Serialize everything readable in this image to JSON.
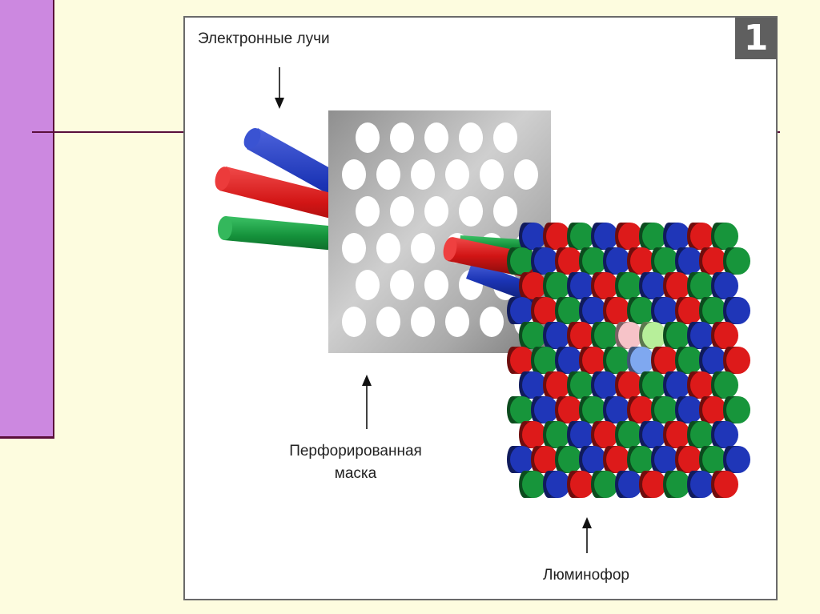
{
  "figure": {
    "number": "1",
    "labels": {
      "electron_beams": "Электронные лучи",
      "mask_line1": "Перфорированная",
      "mask_line2": "маска",
      "phosphor": "Люминофор"
    }
  },
  "colors": {
    "background": "#fdfcdf",
    "sidebar": "#cc88e0",
    "rule": "#5a0f3c",
    "beam_red": "#d21515",
    "beam_green": "#14913a",
    "beam_blue": "#1b34b5",
    "phosphor_red": "#dd1a1a",
    "phosphor_green": "#17953b",
    "phosphor_blue": "#1f36b8",
    "lit_red": "#f6c3c8",
    "lit_green": "#b7ef9a",
    "lit_blue": "#7fa8f0"
  }
}
